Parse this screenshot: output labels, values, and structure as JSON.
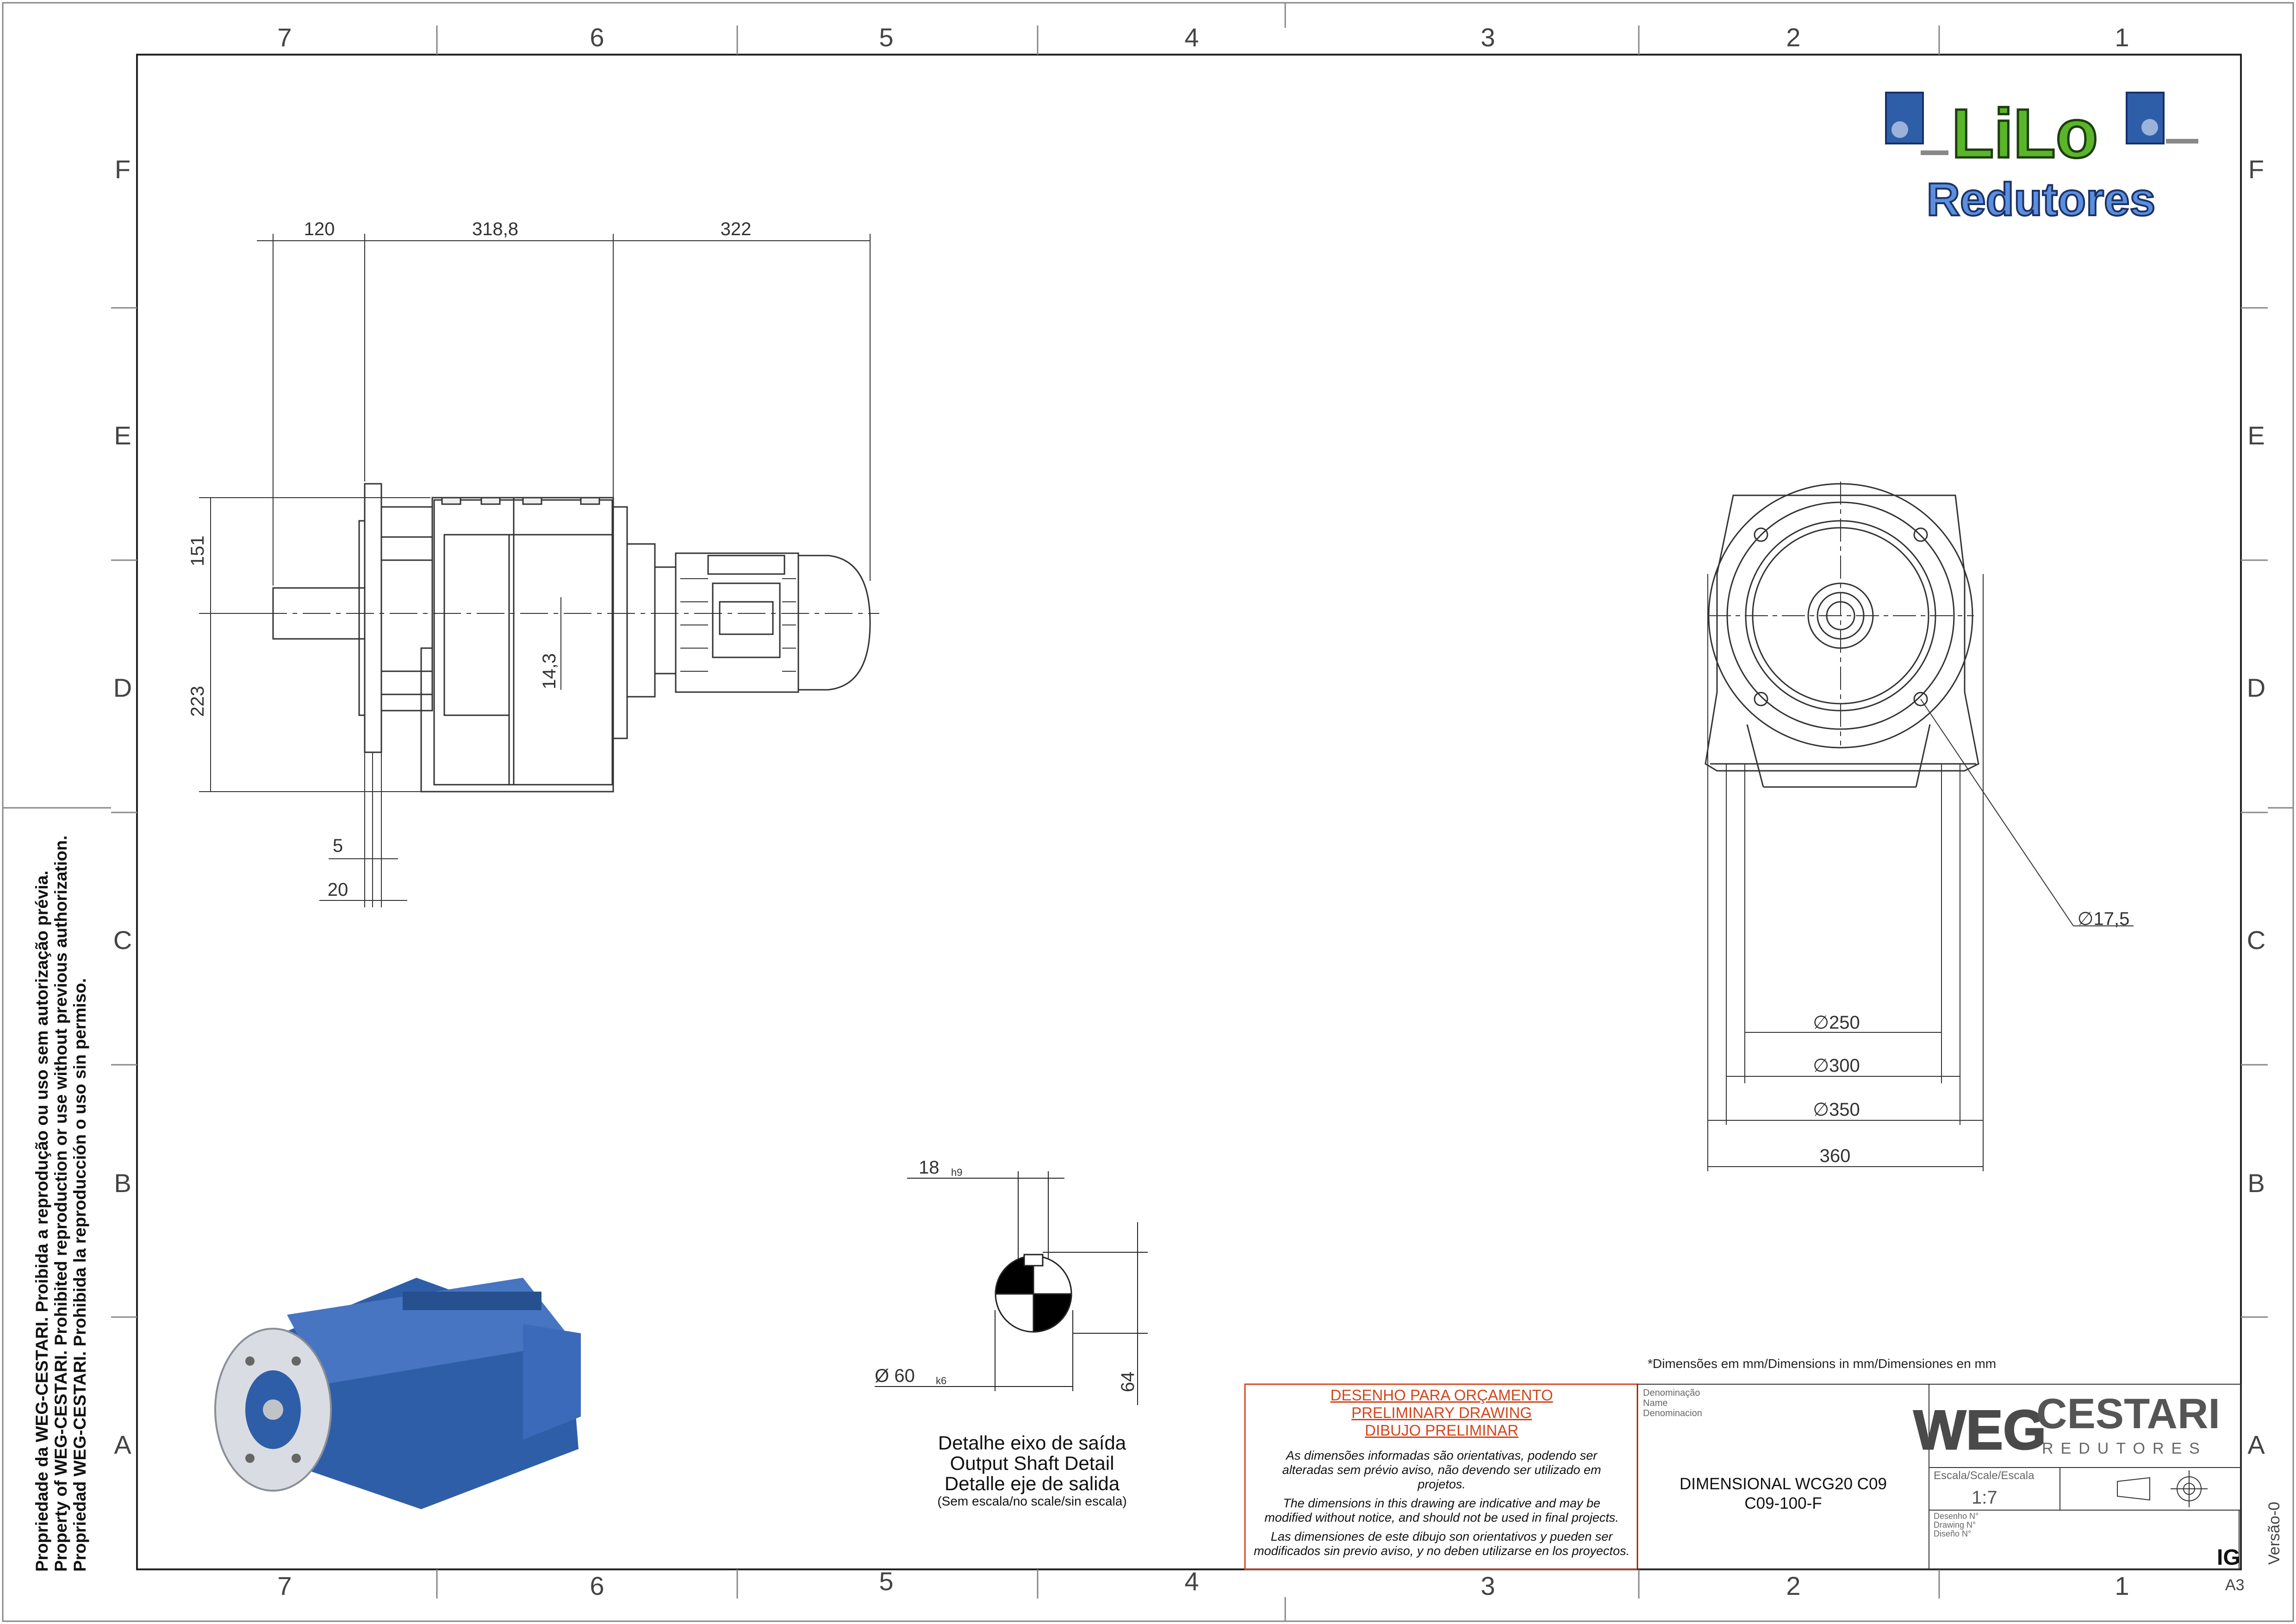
{
  "zones": {
    "columns": [
      "7",
      "6",
      "5",
      "4",
      "3",
      "2",
      "1"
    ],
    "rows": [
      "F",
      "E",
      "D",
      "C",
      "B",
      "A"
    ]
  },
  "logo": {
    "line1": "LiLo",
    "line2": "Redutores"
  },
  "side_view_dims": {
    "top": [
      "120",
      "318,8",
      "322"
    ],
    "left": [
      "151",
      "223"
    ],
    "shaft_offset": "14,3",
    "bottom": [
      "5",
      "20"
    ]
  },
  "front_view_dims": {
    "hole": "∅17,5",
    "diameters": [
      "∅250",
      "∅300",
      "∅350"
    ],
    "width": "360"
  },
  "shaft_detail": {
    "key": "18",
    "key_tol": "h9",
    "dia": "Ø 60",
    "dia_tol": "k6",
    "height": "64",
    "caption": [
      "Detalhe eixo de saída",
      "Output Shaft Detail",
      "Detalle eje de salida"
    ],
    "caption_small": "(Sem escala/no scale/sin escala)"
  },
  "ownership": [
    "Propriedade da WEG-CESTARI. Proibida a reprodução ou uso sem autorização prévia.",
    "Property of WEG-CESTARI. Prohibited reproduction or use without previous authorization.",
    "Propriedad WEG-CESTARI. Prohibida la reproducción o uso sin permiso."
  ],
  "title_block": {
    "units_note": "*Dimensões em mm/Dimensions in mm/Dimensiones en mm",
    "preliminary": [
      "DESENHO PARA ORÇAMENTO",
      "PRELIMINARY DRAWING",
      "DIBUJO PRELIMINAR"
    ],
    "disclaimer_pt": "As dimensões informadas são orientativas, podendo ser alteradas sem prévio aviso, não devendo ser utilizado em projetos.",
    "disclaimer_en": "The dimensions in this drawing are indicative and may be modified without notice, and should not be used in final projects.",
    "disclaimer_es": "Las dimensiones de este dibujo son orientativos y pueden ser modificados sin previo aviso, y no deben utilizarse en los proyectos.",
    "name_labels": [
      "Denominação",
      "Name",
      "Denominacion"
    ],
    "name": "DIMENSIONAL WCG20 C09",
    "code": "C09-100-F",
    "brand_weg": "WEG",
    "brand": "CESTARI",
    "brand_sub": "REDUTORES",
    "scale_label": "Escala/Scale/Escala",
    "scale": "1:7",
    "drawing_labels": [
      "Desenho N°",
      "Drawing N°",
      "Diseño N°"
    ],
    "drawing_no_fragment": "IG",
    "version": "Versão-0",
    "sheet": "A3"
  },
  "colors": {
    "tb_red": "#d2461e",
    "motor_blue": "#2f5ea8",
    "logo_green": "#5ab52a",
    "logo_blue": "#3a6cc4"
  }
}
